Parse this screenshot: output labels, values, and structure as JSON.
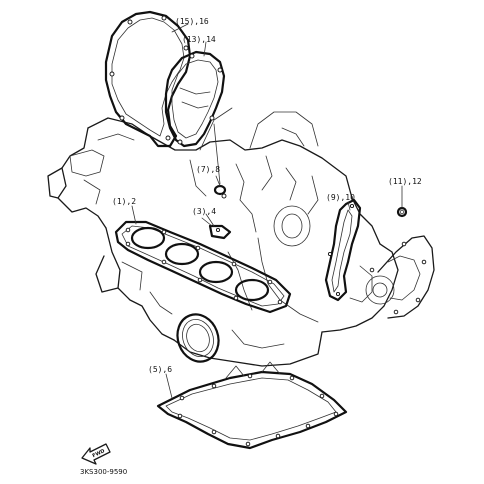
{
  "labels": {
    "cover_gasket": "(15),16",
    "generator_gasket": "(13),14",
    "small_gasket_right": "(7),8",
    "cylinder_gasket": "(1),2",
    "small_part": "(3),4",
    "side_gasket": "(9),10",
    "oil_seal": "(11),12",
    "pan_gasket": "(5),6"
  },
  "direction_arrow": "FWD",
  "diagram_code": "3KS300-9590"
}
